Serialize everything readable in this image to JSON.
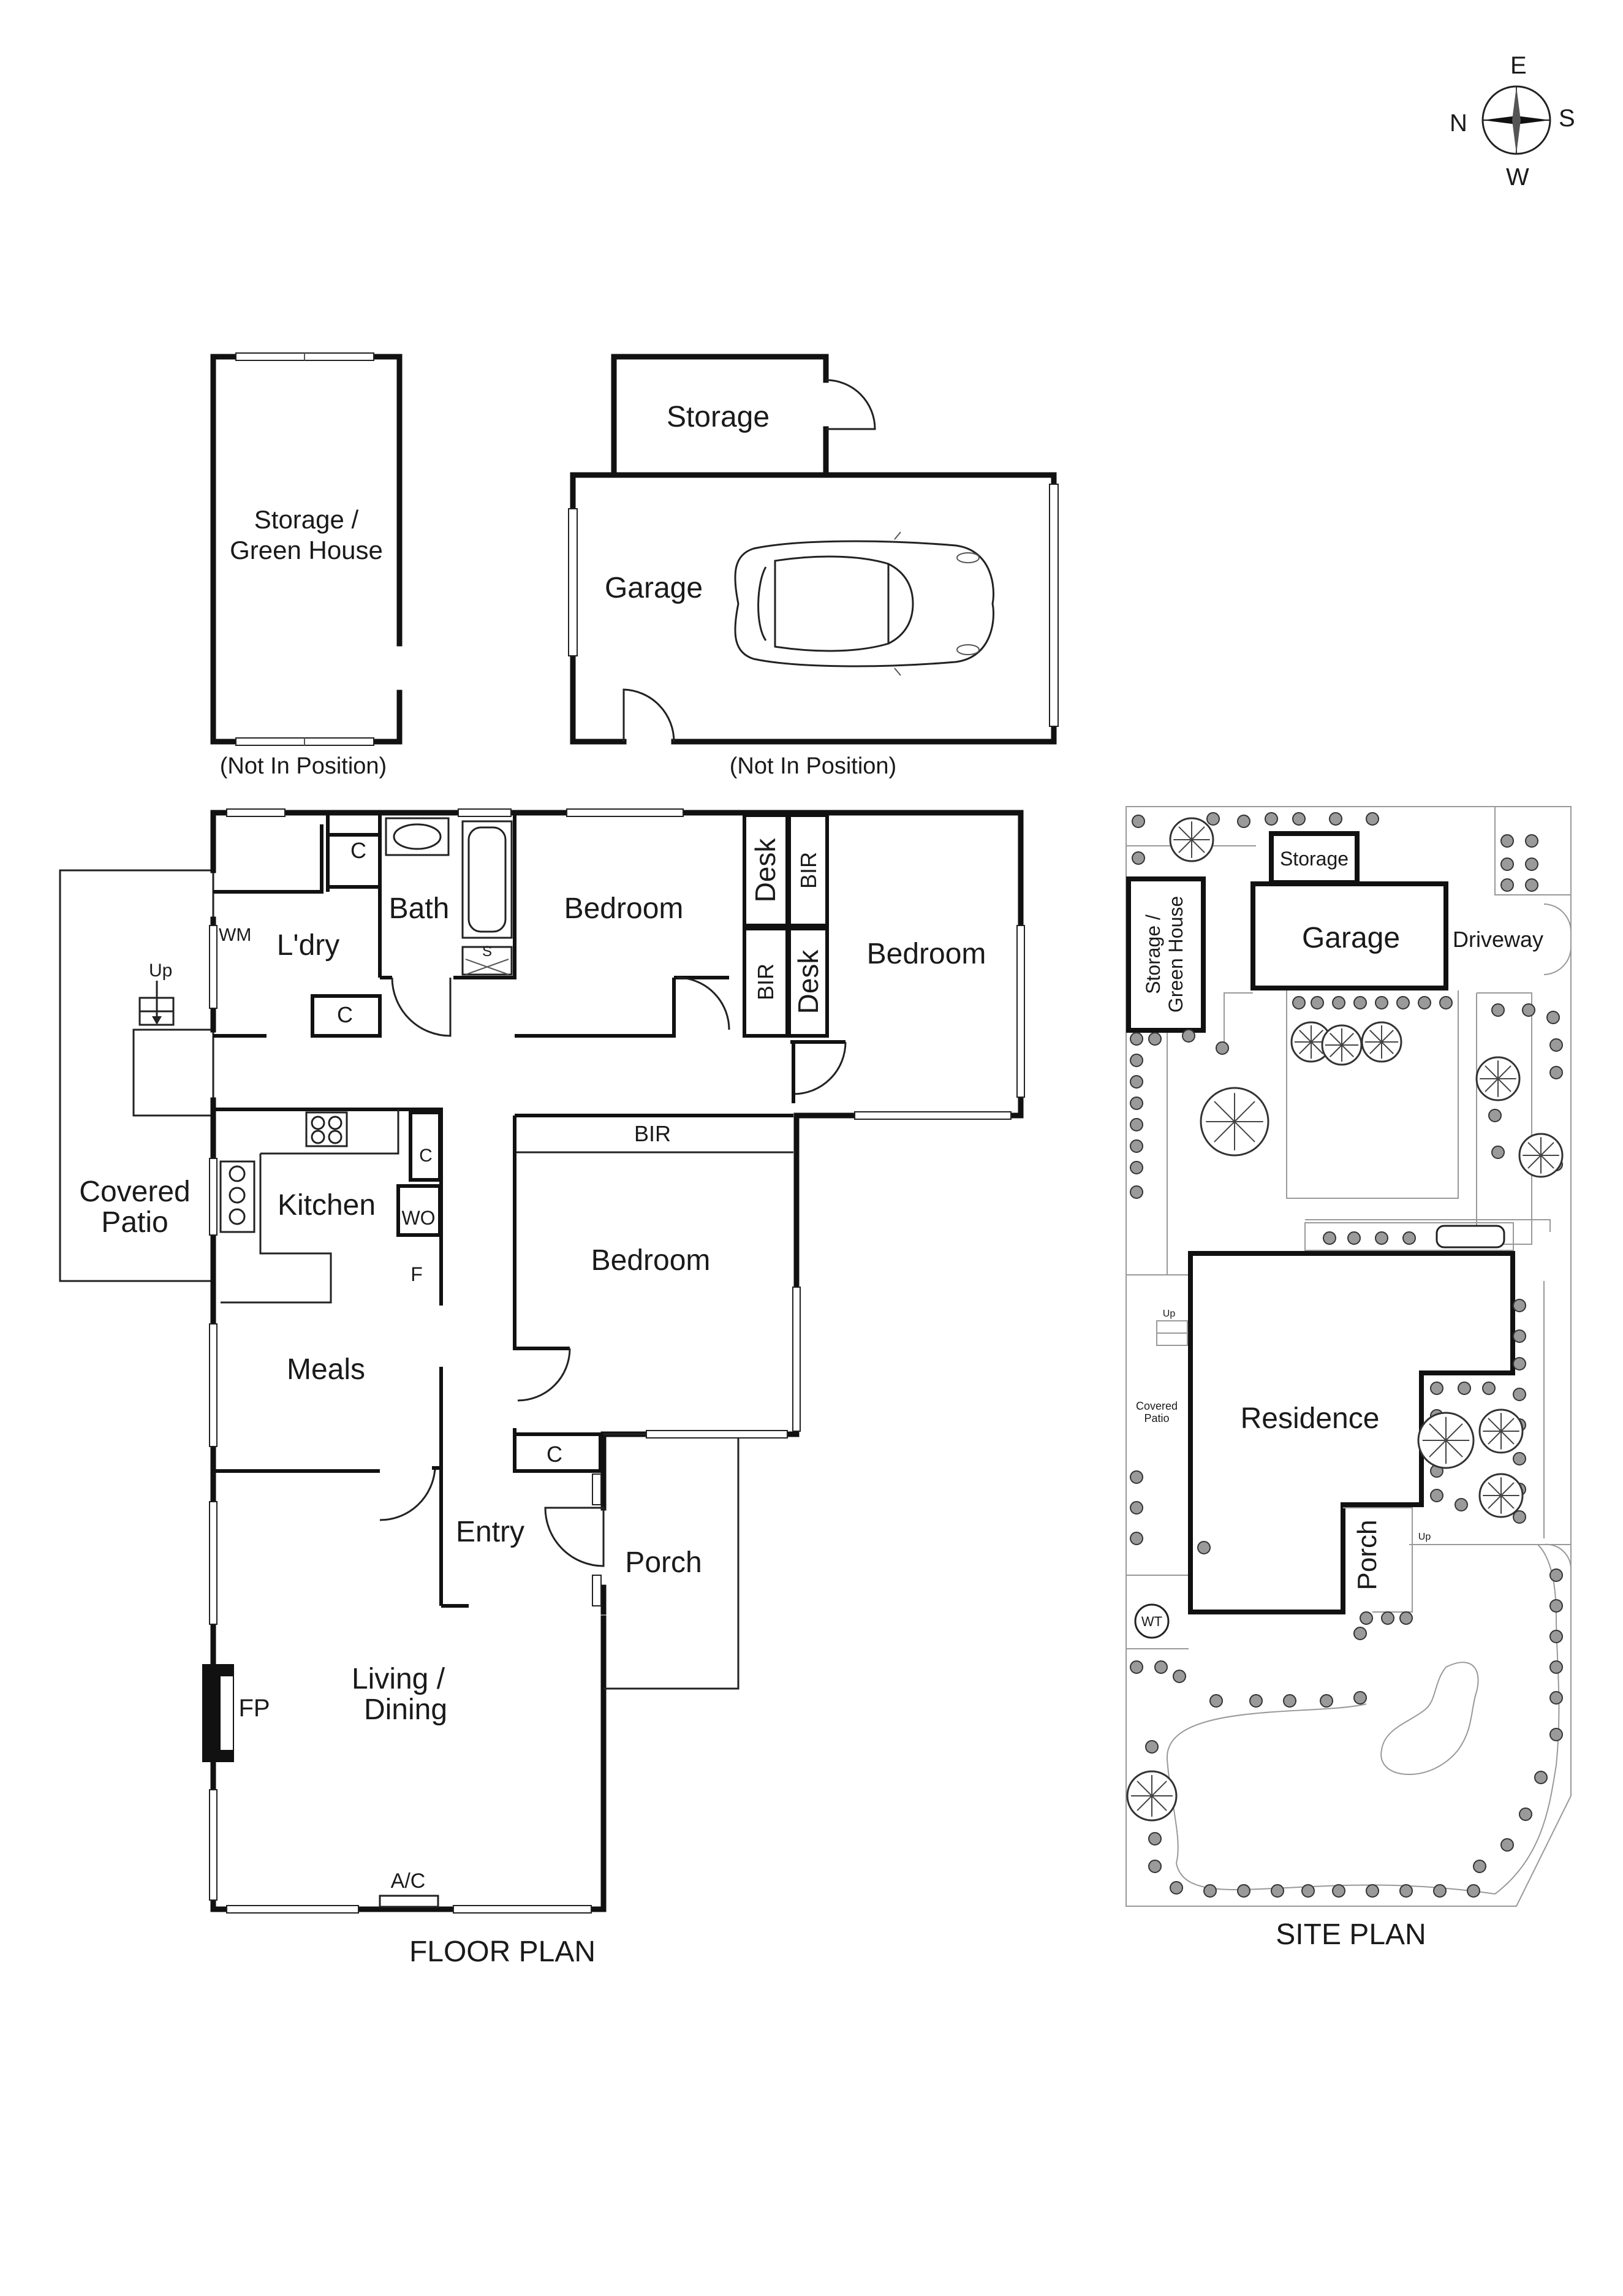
{
  "compass": {
    "north": "N",
    "east": "E",
    "south": "S",
    "west": "W"
  },
  "outbuildings": {
    "storage_green_house": {
      "label_line1": "Storage /",
      "label_line2": "Green House",
      "note": "(Not In Position)"
    },
    "garage": {
      "label": "Garage",
      "storage_label": "Storage",
      "note": "(Not In Position)"
    }
  },
  "floor_plan": {
    "title": "FLOOR PLAN",
    "rooms": {
      "laundry": "L'dry",
      "bath": "Bath",
      "bedroom_1": "Bedroom",
      "bedroom_2": "Bedroom",
      "bedroom_3": "Bedroom",
      "kitchen": "Kitchen",
      "meals": "Meals",
      "entry": "Entry",
      "porch": "Porch",
      "living_dining_line1": "Living /",
      "living_dining_line2": "Dining",
      "covered_patio_line1": "Covered",
      "covered_patio_line2": "Patio"
    },
    "fixtures": {
      "wm": "WM",
      "up": "Up",
      "cupboard": "C",
      "shower": "S",
      "desk": "Desk",
      "bir": "BIR",
      "wo": "WO",
      "fridge": "F",
      "fireplace": "FP",
      "ac": "A/C"
    }
  },
  "site_plan": {
    "title": "SITE PLAN",
    "labels": {
      "storage": "Storage",
      "storage_green_house_line1": "Storage /",
      "storage_green_house_line2": "Green House",
      "garage": "Garage",
      "driveway": "Driveway",
      "residence": "Residence",
      "porch": "Porch",
      "covered_patio_line1": "Covered",
      "covered_patio_line2": "Patio",
      "up": "Up",
      "wt": "WT"
    }
  }
}
